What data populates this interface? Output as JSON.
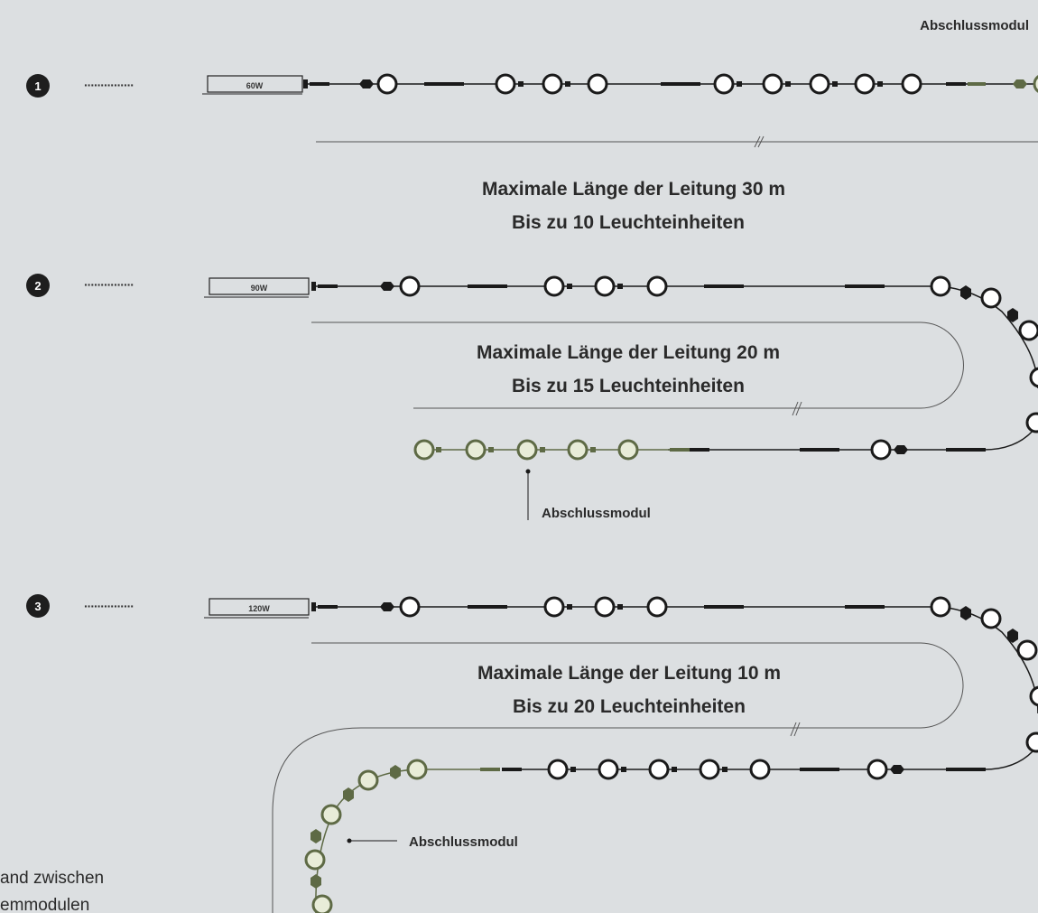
{
  "colors": {
    "background": "#dcdfe1",
    "line": "#1a1a1a",
    "terminal": "#5e6a45",
    "terminal_fill": "#e8ecd8",
    "guide": "#555555"
  },
  "top_label": "Abschlussmodul",
  "configs": [
    {
      "number": "1",
      "dots": "···············",
      "driver": "60W",
      "heading": "Maximale Länge der Leitung 30 m",
      "subheading": "Bis zu 10 Leuchteinheiten"
    },
    {
      "number": "2",
      "dots": "···············",
      "driver": "90W",
      "heading": "Maximale Länge der Leitung 20 m",
      "subheading": "Bis zu 15 Leuchteinheiten",
      "end_label": "Abschlussmodul"
    },
    {
      "number": "3",
      "dots": "···············",
      "driver": "120W",
      "heading": "Maximale Länge der Leitung 10 m",
      "subheading": "Bis zu 20 Leuchteinheiten",
      "end_label": "Abschlussmodul"
    }
  ],
  "footer_note": {
    "line1": "and zwischen",
    "line2": "emmodulen"
  },
  "icons": [
    "led-module-icon",
    "connector-icon",
    "driver-icon",
    "break-mark-icon"
  ]
}
